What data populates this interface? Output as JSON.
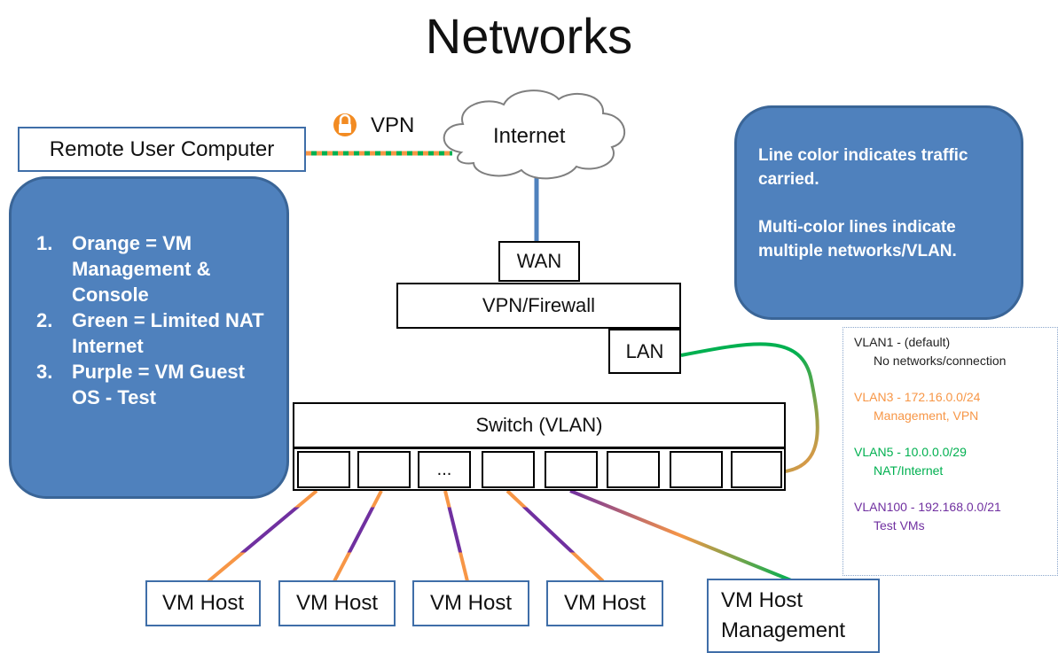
{
  "title": "Networks",
  "remote_user": "Remote User Computer",
  "vpn_label": "VPN",
  "internet_label": "Internet",
  "wan_label": "WAN",
  "firewall_label": "VPN/Firewall",
  "lan_label": "LAN",
  "switch_label": "Switch (VLAN)",
  "port_ellipsis": "...",
  "hosts": [
    "VM Host",
    "VM Host",
    "VM Host",
    "VM Host"
  ],
  "host_mgmt": [
    "VM Host",
    "Management"
  ],
  "legend_left": [
    {
      "num": "1.",
      "text": "Orange = VM Management & Console"
    },
    {
      "num": "2.",
      "text": "Green = Limited NAT Internet"
    },
    {
      "num": "3.",
      "text": "Purple = VM Guest OS - Test"
    }
  ],
  "note_right": [
    "Line color indicates traffic carried.",
    "Multi-color lines indicate multiple networks/VLAN."
  ],
  "vlan_legend": [
    {
      "name": "VLAN1 - (default)",
      "desc": "No networks/connection",
      "color": "#222222"
    },
    {
      "name": "VLAN3 - 172.16.0.0/24",
      "desc": "Management, VPN",
      "color": "#f79646"
    },
    {
      "name": "VLAN5 - 10.0.0.0/29",
      "desc": "NAT/Internet",
      "color": "#00b050"
    },
    {
      "name": "VLAN100 - 192.168.0.0/21",
      "desc": "Test VMs",
      "color": "#7030a0"
    }
  ],
  "colors": {
    "orange": "#f79646",
    "green": "#00b050",
    "purple": "#7030a0",
    "blue": "#4f81bd"
  }
}
